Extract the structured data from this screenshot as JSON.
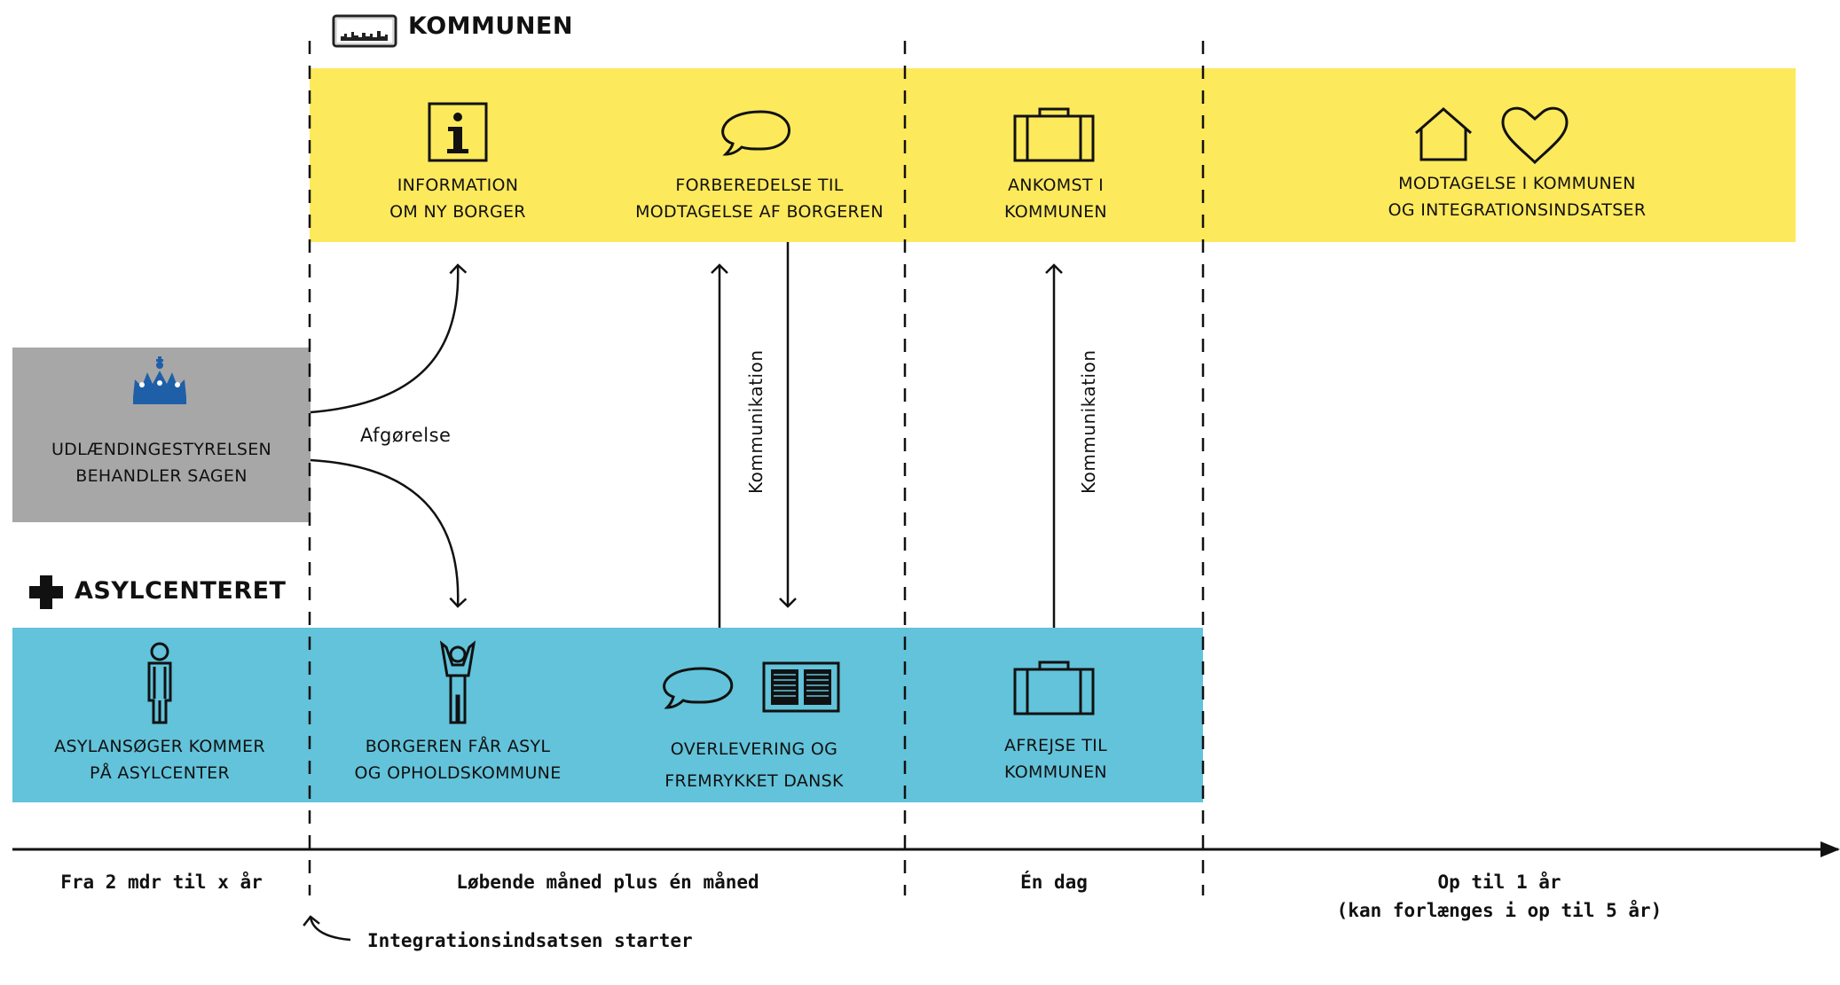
{
  "headings": {
    "kommunen": "KOMMUNEN",
    "asylcenteret": "ASYLCENTERET"
  },
  "kommune_steps": [
    {
      "line1": "INFORMATION",
      "line2": "OM NY BORGER",
      "icon": "info-icon"
    },
    {
      "line1": "FORBEREDELSE TIL",
      "line2": "MODTAGELSE AF BORGEREN",
      "icon": "speech-bubble-icon"
    },
    {
      "line1": "ANKOMST I",
      "line2": "KOMMUNEN",
      "icon": "suitcase-icon"
    },
    {
      "line1": "MODTAGELSE I KOMMUNEN",
      "line2": "OG INTEGRATIONSINDSATSER",
      "icon": "house-heart-icon"
    }
  ],
  "udl": {
    "line1": "UDLÆNDINGESTYRELSEN",
    "line2": "BEHANDLER SAGEN",
    "icon": "crown-icon"
  },
  "asyl_steps": [
    {
      "line1": "ASYLANSØGER KOMMER",
      "line2": "PÅ ASYLCENTER",
      "icon": "person-icon"
    },
    {
      "line1": "BORGEREN FÅR ASYL",
      "line2": "OG OPHOLDSKOMMUNE",
      "icon": "person-raised-arms-icon"
    },
    {
      "line1": "OVERLEVERING OG",
      "line2": "FREMRYKKET DANSK",
      "icon": "speech-bubble-book-icon"
    },
    {
      "line1": "AFREJSE TIL",
      "line2": "KOMMUNEN",
      "icon": "suitcase-icon"
    }
  ],
  "flow": {
    "afgorelse": "Afgørelse",
    "kommunikation_1": "Kommunikation",
    "kommunikation_2": "Kommunikation"
  },
  "timeline": [
    {
      "line1": "Fra 2 mdr til x år",
      "line2": ""
    },
    {
      "line1": "Løbende måned plus én måned",
      "line2": ""
    },
    {
      "line1": "Én dag",
      "line2": ""
    },
    {
      "line1": "Op til 1 år",
      "line2": "(kan forlænges i op til 5 år)"
    }
  ],
  "integration_start": "Integrationsindsatsen starter",
  "colors": {
    "yellow": "#fde95c",
    "blue": "#62c3da",
    "grey": "#a7a7a7",
    "crown": "#1f5fa8"
  }
}
